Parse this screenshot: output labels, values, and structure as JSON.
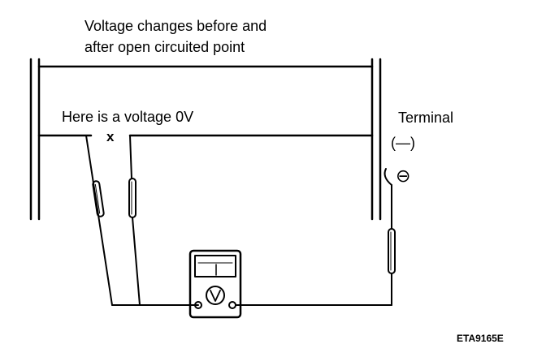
{
  "labels": {
    "top_line1": "Voltage changes before and",
    "top_line2": "after open circuited point",
    "voltage_note": "Here is a voltage 0V",
    "break_mark": "x",
    "terminal": "Terminal",
    "terminal_polarity": "(—)",
    "minus_symbol": "⊖",
    "figure_code": "ETA9165E"
  }
}
